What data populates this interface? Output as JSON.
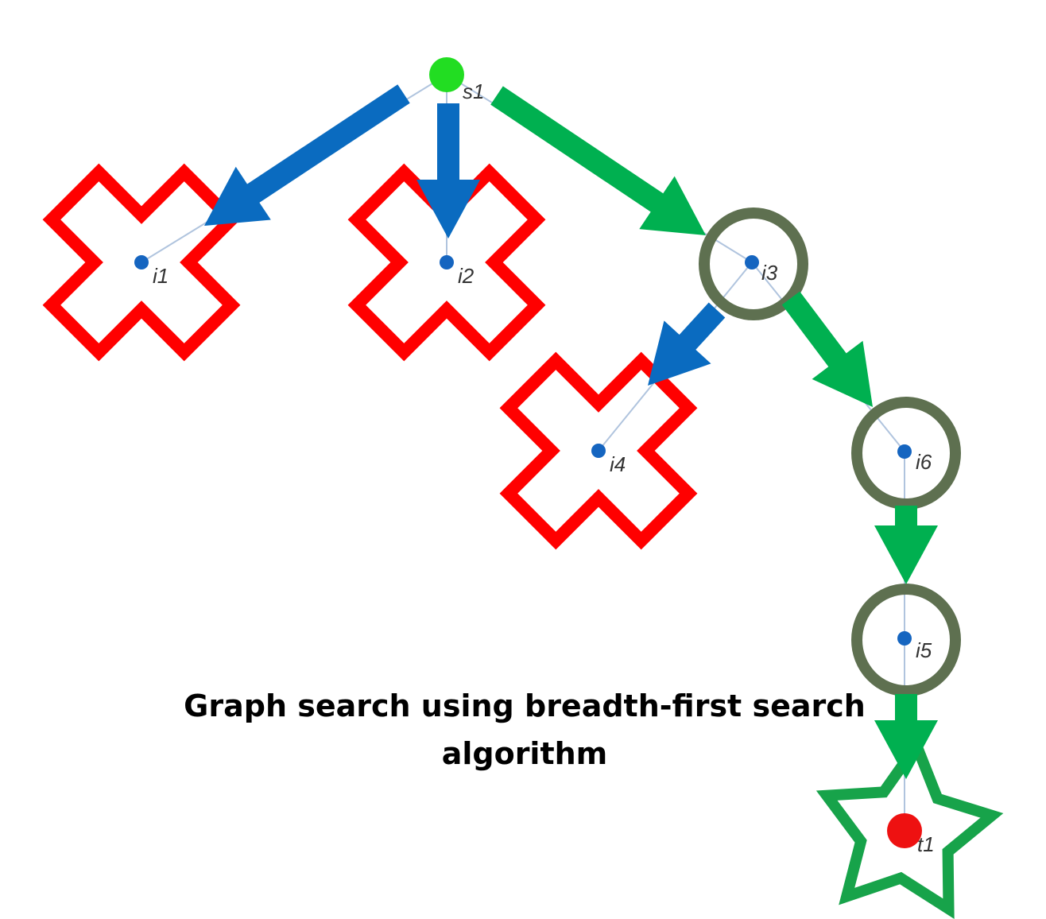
{
  "caption": "Graph search using breadth-first search algorithm",
  "colors": {
    "rejected_arrow": "#0A6BC0",
    "path_arrow": "#00B050",
    "rejected_marker": "#FF0000",
    "visited_ring": "#5E7050",
    "goal_star": "#17A34A",
    "start_node": "#22DD22",
    "goal_node": "#EE1111",
    "inner_node": "#1565C0",
    "edge_line": "#B0C4DE"
  },
  "nodes": [
    {
      "id": "s1",
      "label": "s1",
      "role": "start"
    },
    {
      "id": "i1",
      "label": "i1",
      "role": "rejected"
    },
    {
      "id": "i2",
      "label": "i2",
      "role": "rejected"
    },
    {
      "id": "i3",
      "label": "i3",
      "role": "visited"
    },
    {
      "id": "i4",
      "label": "i4",
      "role": "rejected"
    },
    {
      "id": "i6",
      "label": "i6",
      "role": "visited"
    },
    {
      "id": "i5",
      "label": "i5",
      "role": "visited"
    },
    {
      "id": "t1",
      "label": "t1",
      "role": "goal"
    }
  ],
  "edges": [
    {
      "from": "s1",
      "to": "i1",
      "kind": "rejected"
    },
    {
      "from": "s1",
      "to": "i2",
      "kind": "rejected"
    },
    {
      "from": "s1",
      "to": "i3",
      "kind": "path"
    },
    {
      "from": "i3",
      "to": "i4",
      "kind": "rejected"
    },
    {
      "from": "i3",
      "to": "i6",
      "kind": "path"
    },
    {
      "from": "i6",
      "to": "i5",
      "kind": "path"
    },
    {
      "from": "i5",
      "to": "t1",
      "kind": "path"
    }
  ]
}
